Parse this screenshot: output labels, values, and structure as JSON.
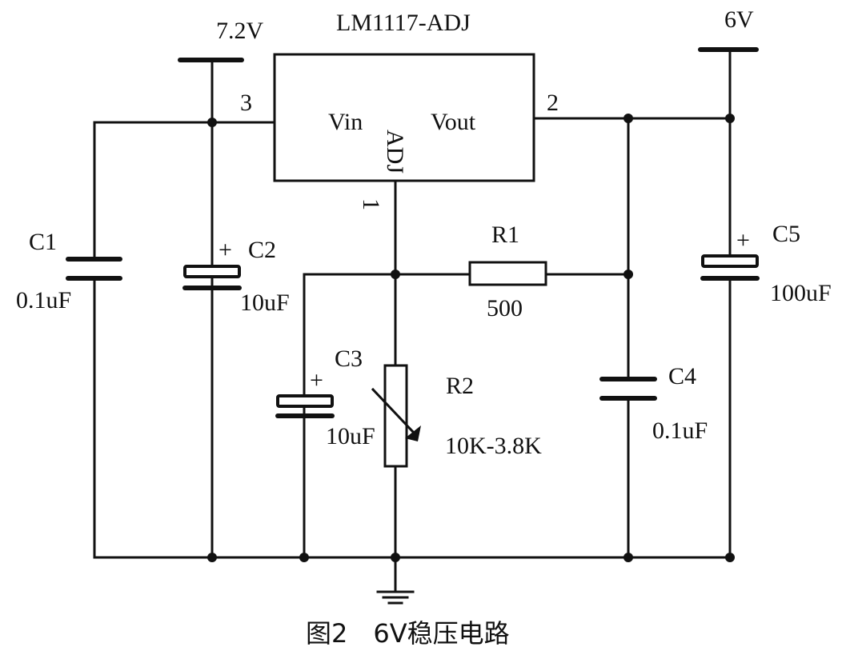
{
  "regulator": {
    "part": "LM1117-ADJ",
    "vin_label": "Vin",
    "vout_label": "Vout",
    "adj_label": "ADJ",
    "pin_vin": "3",
    "pin_vout": "2",
    "pin_adj": "1"
  },
  "rails": {
    "input": "7.2V",
    "output": "6V"
  },
  "components": {
    "c1": {
      "name": "C1",
      "value": "0.1uF"
    },
    "c2": {
      "name": "C2",
      "value": "10uF",
      "polarity": "+"
    },
    "c3": {
      "name": "C3",
      "value": "10uF",
      "polarity": "+"
    },
    "c4": {
      "name": "C4",
      "value": "0.1uF"
    },
    "c5": {
      "name": "C5",
      "value": "100uF",
      "polarity": "+"
    },
    "r1": {
      "name": "R1",
      "value": "500"
    },
    "r2": {
      "name": "R2",
      "value": "10K-3.8K"
    }
  },
  "caption": "图2　6V稳压电路"
}
